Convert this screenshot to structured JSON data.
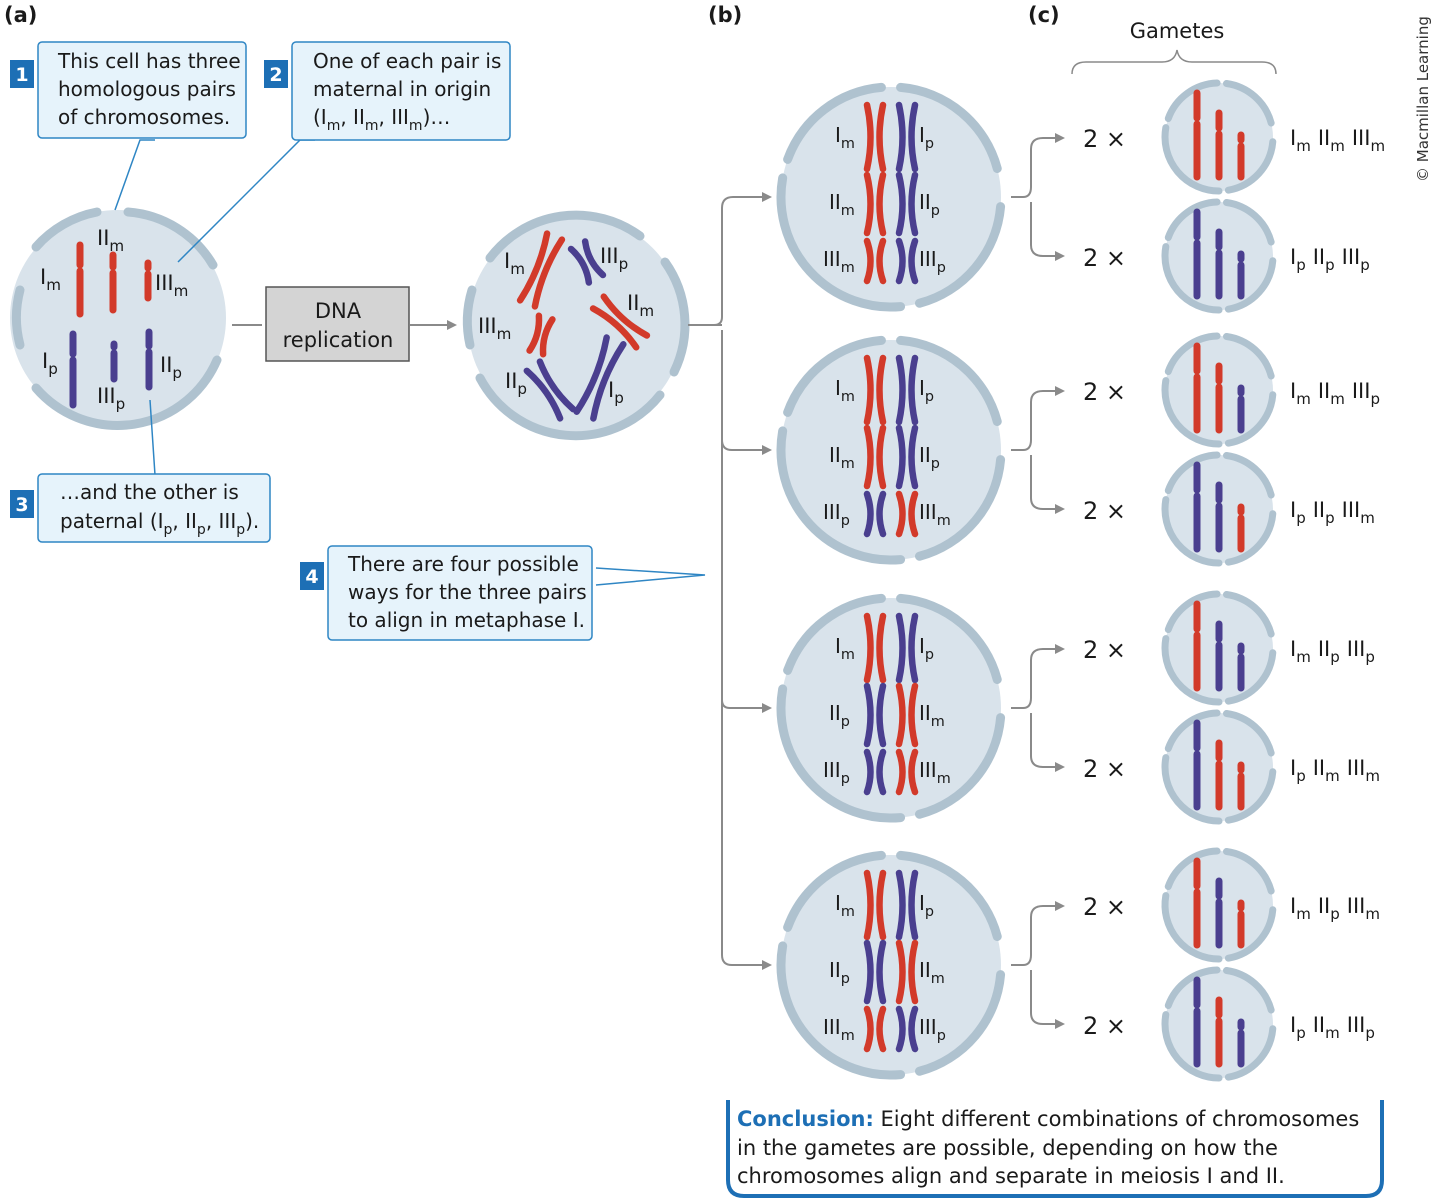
{
  "panels": {
    "a": "(a)",
    "b": "(b)",
    "c": "(c)"
  },
  "gametes_header": "Gametes",
  "copyright": "© Macmillan Learning",
  "callouts": {
    "c1": {
      "num": "1",
      "lines": [
        "This cell has three",
        "homologous pairs",
        "of chromosomes."
      ]
    },
    "c2": {
      "num": "2",
      "lines": [
        "One of each pair is",
        "maternal in origin",
        "(I|m|, II|m|, III|m|)…"
      ]
    },
    "c3": {
      "num": "3",
      "lines": [
        "…and the other is",
        "paternal (I|p|, II|p|, III|p|)."
      ]
    },
    "c4": {
      "num": "4",
      "lines": [
        "There are four possible",
        "ways for the three pairs",
        "to align in metaphase I."
      ]
    }
  },
  "dna_box": [
    "DNA",
    "replication"
  ],
  "cell_a_labels": [
    "I|m",
    "II|m",
    "III|m",
    "I|p",
    "II|p",
    "III|p"
  ],
  "cell_dup_labels": [
    "I|m",
    "III|p",
    "II|m",
    "III|m",
    "II|p",
    "I|p"
  ],
  "alignments": [
    {
      "rows": [
        [
          "I|m",
          "I|p"
        ],
        [
          "II|m",
          "II|p"
        ],
        [
          "III|m",
          "III|p"
        ]
      ]
    },
    {
      "rows": [
        [
          "I|m",
          "I|p"
        ],
        [
          "II|m",
          "II|p"
        ],
        [
          "III|p",
          "III|m"
        ]
      ]
    },
    {
      "rows": [
        [
          "I|m",
          "I|p"
        ],
        [
          "II|p",
          "II|m"
        ],
        [
          "III|p",
          "III|m"
        ]
      ]
    },
    {
      "rows": [
        [
          "I|m",
          "I|p"
        ],
        [
          "II|p",
          "II|m"
        ],
        [
          "III|m",
          "III|p"
        ]
      ]
    }
  ],
  "multiplier": "2 ×",
  "gametes": [
    {
      "label": [
        "I|m",
        "II|m",
        "III|m"
      ],
      "colors": [
        "red",
        "red",
        "red"
      ]
    },
    {
      "label": [
        "I|p",
        "II|p",
        "III|p"
      ],
      "colors": [
        "blue",
        "blue",
        "blue"
      ]
    },
    {
      "label": [
        "I|m",
        "II|m",
        "III|p"
      ],
      "colors": [
        "red",
        "red",
        "blue"
      ]
    },
    {
      "label": [
        "I|p",
        "II|p",
        "III|m"
      ],
      "colors": [
        "blue",
        "blue",
        "red"
      ]
    },
    {
      "label": [
        "I|m",
        "II|p",
        "III|p"
      ],
      "colors": [
        "red",
        "blue",
        "blue"
      ]
    },
    {
      "label": [
        "I|p",
        "II|m",
        "III|m"
      ],
      "colors": [
        "blue",
        "red",
        "red"
      ]
    },
    {
      "label": [
        "I|m",
        "II|p",
        "III|m"
      ],
      "colors": [
        "red",
        "blue",
        "red"
      ]
    },
    {
      "label": [
        "I|p",
        "II|m",
        "III|p"
      ],
      "colors": [
        "blue",
        "red",
        "blue"
      ]
    }
  ],
  "conclusion": {
    "heading": "Conclusion:",
    "lines": [
      " Eight different combinations of chromosomes",
      "in the gametes are possible, depending on how the",
      "chromosomes align and separate in meiosis I and II."
    ]
  },
  "colors": {
    "maternal": "#d23a2a",
    "paternal": "#4a3f8f",
    "cell_fill": "#d9e3eb",
    "cell_border": "#afc2cf",
    "callout_fill": "#e6f3fb",
    "callout_border": "#2f86c4",
    "badge": "#1d6fb5",
    "arrow": "#8a8a8a",
    "conclusion": "#1d6fb5"
  }
}
